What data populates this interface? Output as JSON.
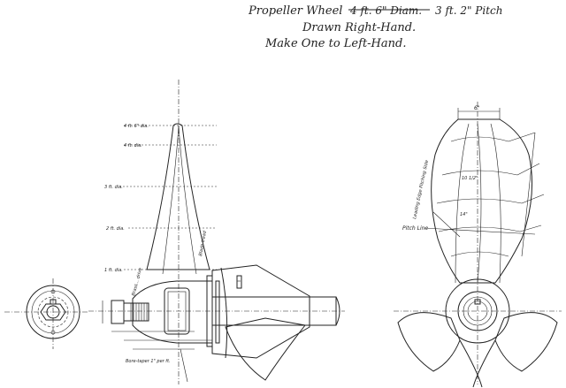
{
  "title": {
    "line1_prefix": "Propeller Wheel",
    "line1_struck": "4 ft. 6\" Diam.",
    "line1_suffix": "3 ft. 2\" Pitch",
    "line2": "Drawn Right-Hand.",
    "line3": "Make One to Left-Hand."
  },
  "diameter_labels": [
    "4 ft. 6\" dia.",
    "4 ft. dia.",
    "3 ft. dia.",
    "2 ft. dia.",
    "1 ft. dia."
  ],
  "side_labels": {
    "blade": "Blade tread",
    "brass": "Brass... drive",
    "bore": "Bore-taper 1\" per ft."
  },
  "end_view_labels": {
    "top_dim": "6\"",
    "edge": "Leading Edge Pitching Side",
    "pitch_line": "Pitch Line",
    "dim_a": "10 1/2\"",
    "dim_b": "14\""
  }
}
